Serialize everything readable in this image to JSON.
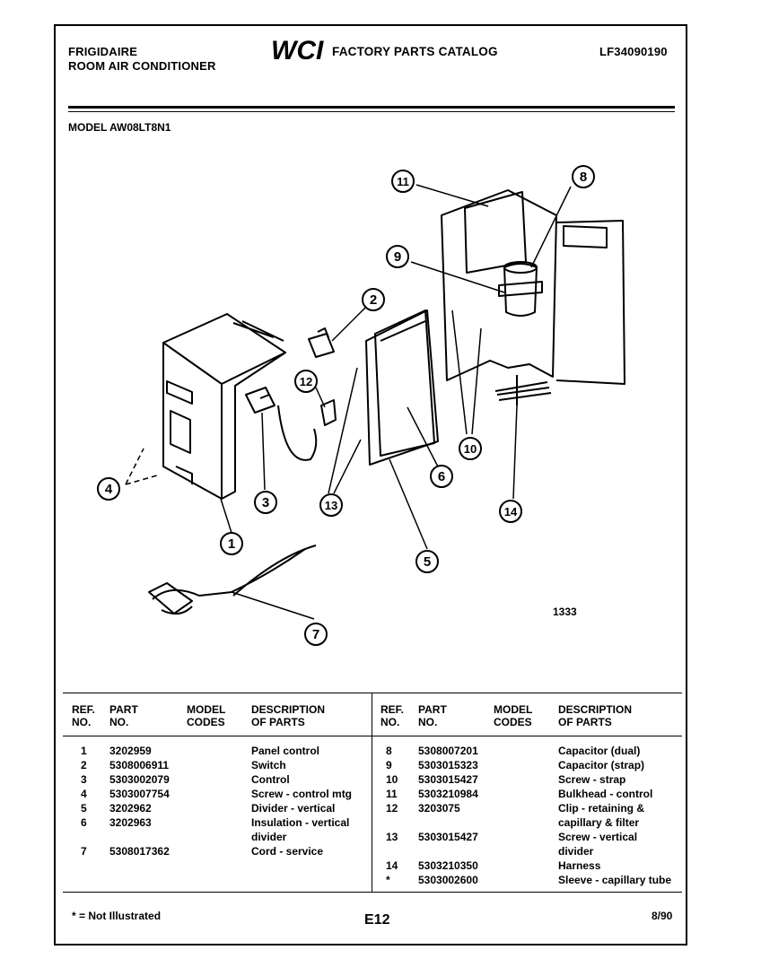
{
  "header": {
    "brand": "FRIGIDAIRE",
    "product": "ROOM AIR CONDITIONER",
    "logo": "WCI",
    "catalog_title": "FACTORY PARTS CATALOG",
    "document_number": "LF34090190",
    "model": "MODEL AW08LT8N1"
  },
  "diagram": {
    "figure_number": "1333",
    "callouts": [
      "1",
      "2",
      "3",
      "4",
      "5",
      "6",
      "7",
      "8",
      "9",
      "10",
      "11",
      "12",
      "13",
      "14"
    ]
  },
  "table": {
    "headers": {
      "ref": [
        "REF.",
        "NO."
      ],
      "part": [
        "PART",
        "NO."
      ],
      "model": [
        "MODEL",
        "CODES"
      ],
      "desc": [
        "DESCRIPTION",
        "OF PARTS"
      ]
    },
    "left_rows": [
      {
        "ref": "1",
        "part": "3202959",
        "codes": "",
        "desc": "Panel control"
      },
      {
        "ref": "2",
        "part": "5308006911",
        "codes": "",
        "desc": "Switch"
      },
      {
        "ref": "3",
        "part": "5303002079",
        "codes": "",
        "desc": "Control"
      },
      {
        "ref": "4",
        "part": "5303007754",
        "codes": "",
        "desc": "Screw - control mtg"
      },
      {
        "ref": "5",
        "part": "3202962",
        "codes": "",
        "desc": "Divider - vertical"
      },
      {
        "ref": "6",
        "part": "3202963",
        "codes": "",
        "desc": "Insulation - vertical"
      },
      {
        "ref": "",
        "part": "",
        "codes": "",
        "desc": "divider"
      },
      {
        "ref": "7",
        "part": "5308017362",
        "codes": "",
        "desc": "Cord - service"
      }
    ],
    "right_rows": [
      {
        "ref": "8",
        "part": "5308007201",
        "codes": "",
        "desc": "Capacitor (dual)"
      },
      {
        "ref": "9",
        "part": "5303015323",
        "codes": "",
        "desc": "Capacitor (strap)"
      },
      {
        "ref": "10",
        "part": "5303015427",
        "codes": "",
        "desc": "Screw - strap"
      },
      {
        "ref": "11",
        "part": "5303210984",
        "codes": "",
        "desc": "Bulkhead - control"
      },
      {
        "ref": "12",
        "part": "3203075",
        "codes": "",
        "desc": "Clip - retaining &"
      },
      {
        "ref": "",
        "part": "",
        "codes": "",
        "desc": "capillary & filter"
      },
      {
        "ref": "13",
        "part": "5303015427",
        "codes": "",
        "desc": "Screw - vertical"
      },
      {
        "ref": "",
        "part": "",
        "codes": "",
        "desc": "divider"
      },
      {
        "ref": "14",
        "part": "5303210350",
        "codes": "",
        "desc": "Harness"
      },
      {
        "ref": "*",
        "part": "5303002600",
        "codes": "",
        "desc": "Sleeve - capillary tube"
      }
    ]
  },
  "footer": {
    "note": "* = Not Illustrated",
    "page": "E12",
    "date": "8/90"
  }
}
